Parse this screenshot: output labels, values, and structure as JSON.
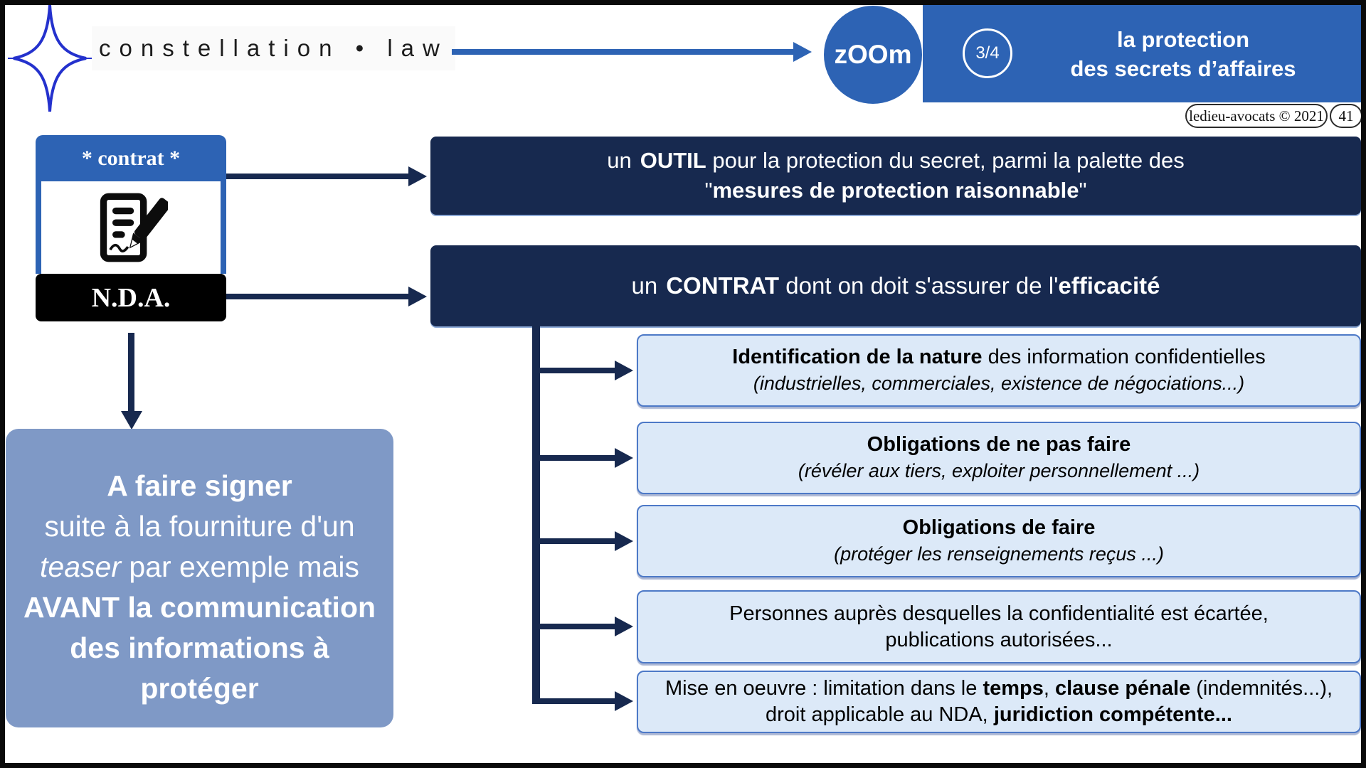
{
  "colors": {
    "accent_blue": "#2d63b4",
    "navy": "#17294f",
    "clause_box_bg": "#dce9f8",
    "clause_box_border": "#4d79c7",
    "note_box_bg": "#7f99c6",
    "star_blue": "#2431cd",
    "black": "#000000"
  },
  "header": {
    "logo_text": "constellation • law",
    "zoom_label": "zOOm",
    "page_indicator": "3/4",
    "title_line1": "la protection",
    "title_line2": "des secrets d’affaires",
    "credit": "ledieu-avocats © 2021",
    "page_number": "41"
  },
  "contract_card": {
    "header": "* contrat *",
    "footer": "N.D.A."
  },
  "banner_outil": {
    "l1a": "un",
    "l1b": "OUTIL",
    "l1c": " pour la protection du secret, parmi la palette des",
    "l2a": "\"",
    "l2b": "mesures de protection raisonnable",
    "l2c": "\""
  },
  "banner_contrat": {
    "a": "un",
    "b": "CONTRAT",
    "c": " dont on doit s'assurer de l'",
    "d": "efficacité"
  },
  "clauses": {
    "c1": {
      "bold": "Identification de la nature",
      "rest": " des information confidentielles",
      "sub": "(industrielles, commerciales, existence de négociations...)"
    },
    "c2": {
      "bold": "Obligations de ne pas faire",
      "sub": "(révéler aux tiers, exploiter personnellement ...)"
    },
    "c3": {
      "bold": "Obligations de faire",
      "sub": "(protéger les renseignements reçus ...)"
    },
    "c4": {
      "line1": "Personnes auprès desquelles la confidentialité est écartée,",
      "line2": "publications autorisées..."
    },
    "c5": {
      "l1a": "Mise en oeuvre : limitation dans le ",
      "l1b": "temps",
      "l1c": ", ",
      "l1d": "clause pénale",
      "l1e": " (indemnités...),",
      "l2a": "droit applicable au NDA, ",
      "l2b": "juridiction compétente..."
    }
  },
  "signing_note": {
    "l1": "A faire signer",
    "l2": "suite à la fourniture d'un",
    "l3a": "teaser",
    "l3b": " par exemple mais",
    "l4": "AVANT la communication",
    "l5": "des informations à",
    "l6": "protéger"
  }
}
